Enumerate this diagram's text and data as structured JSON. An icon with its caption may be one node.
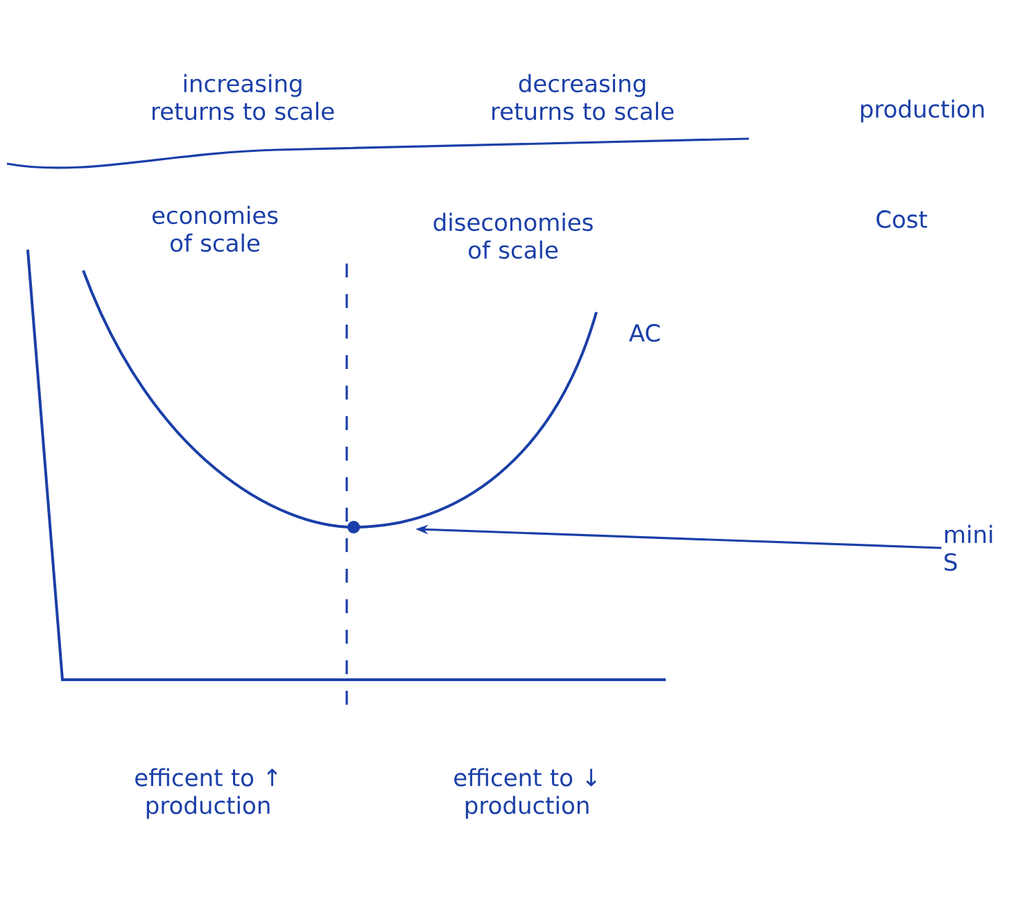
{
  "diagram": {
    "nodes": [
      {
        "text": [],
        "shape": "circle"
      },
      {
        "text": [
          "mini S"
        ]
      }
    ],
    "edges": [
      {
        "from": 1,
        "to": 0,
        "arrow": "to"
      }
    ],
    "labels": [
      "increasing returns to scale",
      "decreasing returns to scale",
      "production",
      "economies of scale",
      "diseconomies of scale",
      "Cost",
      "AC",
      "efficent to ↑ production",
      "efficent to ↓ production"
    ]
  }
}
